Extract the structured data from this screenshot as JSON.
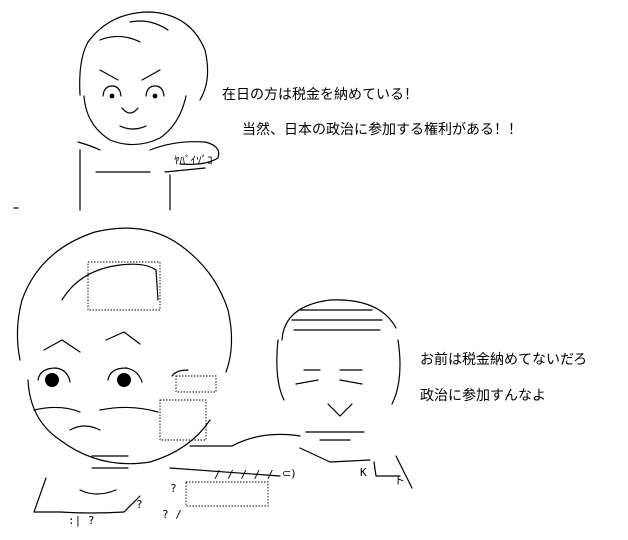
{
  "scene_top": {
    "speech_line_1": "在日の方は税金を納めている！",
    "speech_line_2": "当然、日本の政治に参加する権利がある！！",
    "sign_text": "ﾔﾊﾞｲｿﾞｺ"
  },
  "scene_bottom": {
    "speech_line_1": "お前は税金納めてないだろ",
    "speech_line_2": "政治に参加すんなよ",
    "arm_text": "⊂)"
  }
}
